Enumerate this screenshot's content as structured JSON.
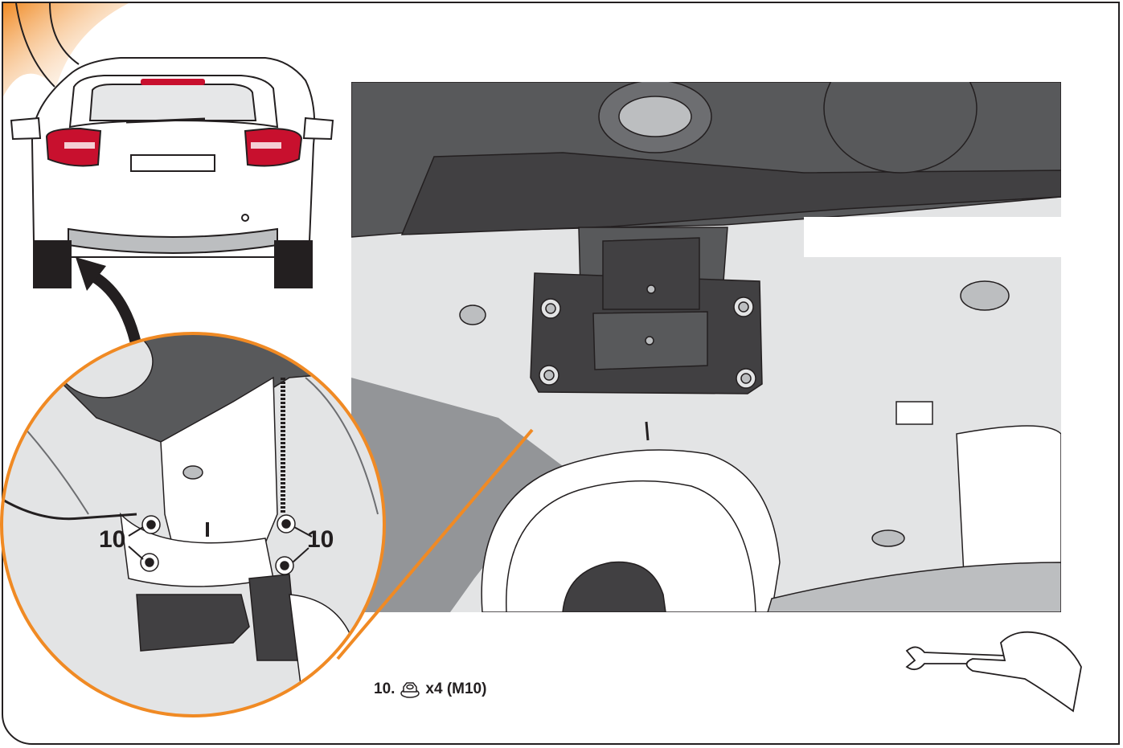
{
  "step": {
    "callout_left": "10",
    "callout_right": "10",
    "caption_number": "10.",
    "caption_qty": "x4 (M10)"
  },
  "icons": {
    "corner_tab": "orange-corner-tab",
    "nut": "flange-nut-icon",
    "tool": "wrench-in-hand-icon",
    "arrow": "curved-arrow-icon"
  },
  "colors": {
    "accent": "#f08a24",
    "line": "#231f20",
    "underbody_light": "#e3e4e5",
    "underbody_mid": "#bcbec0",
    "underbody_dark": "#58595b",
    "bracket": "#414042",
    "taillight": "#c8102e"
  }
}
